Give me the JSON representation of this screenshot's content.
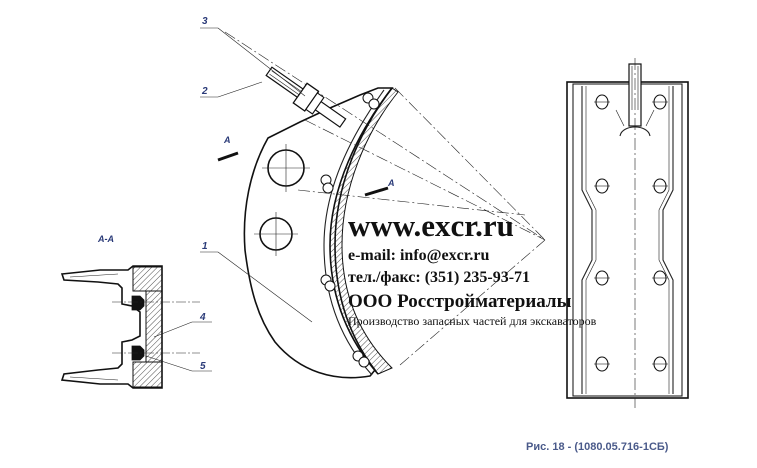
{
  "section_label": "А-А",
  "section_marks": [
    "А",
    "А"
  ],
  "callouts": [
    "3",
    "2",
    "1",
    "4",
    "5"
  ],
  "watermark": {
    "url": "www.excr.ru",
    "email": "e-mail: info@excr.ru",
    "phone": "тел./факс: (351) 235-93-71",
    "company": "ООО Росстройматериалы",
    "tagline": "Производство запасных частей для экскаваторов"
  },
  "caption": "Рис. 18 - (1080.05.716-1СБ)"
}
